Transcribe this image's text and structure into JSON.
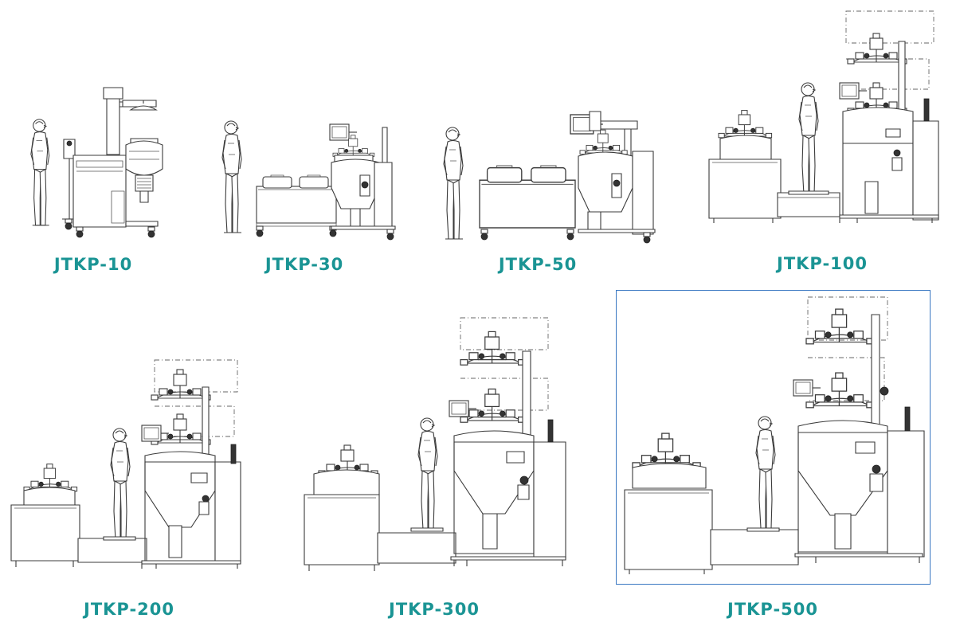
{
  "colors": {
    "label": "#1a9494",
    "selected_border": "#3a78c2",
    "drawing_line": "#3b3b3b"
  },
  "models": [
    {
      "id": "jtkp-10",
      "label": "JTKP-10",
      "selected": false
    },
    {
      "id": "jtkp-30",
      "label": "JTKP-30",
      "selected": false
    },
    {
      "id": "jtkp-50",
      "label": "JTKP-50",
      "selected": false
    },
    {
      "id": "jtkp-100",
      "label": "JTKP-100",
      "selected": false
    },
    {
      "id": "jtkp-200",
      "label": "JTKP-200",
      "selected": false
    },
    {
      "id": "jtkp-300",
      "label": "JTKP-300",
      "selected": false
    },
    {
      "id": "jtkp-500",
      "label": "JTKP-500",
      "selected": true
    }
  ]
}
